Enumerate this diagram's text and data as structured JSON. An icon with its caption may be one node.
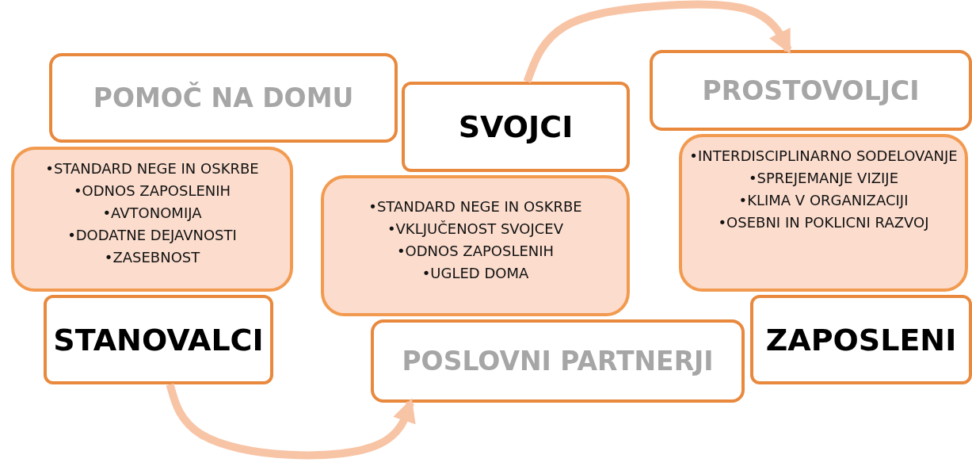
{
  "diagram": {
    "nodes": [
      {
        "text": [
          "POMOČ NA DOMU"
        ]
      },
      {
        "text": [
          "•STANDARD NEGE IN OSKRBE",
          "•ODNOS ZAPOSLENIH",
          "•AVTONOMIJA",
          "•DODATNE DEJAVNOSTI",
          "•ZASEBNOST"
        ]
      },
      {
        "text": [
          "STANOVALCI"
        ]
      },
      {
        "text": [
          "•STANDARD NEGE IN OSKRBE",
          "•VKLJUČENOST SVOJCEV",
          "•ODNOS ZAPOSLENIH",
          "•UGLED DOMA"
        ]
      },
      {
        "text": [
          "SVOJCI"
        ]
      },
      {
        "text": [
          "POSLOVNI PARTNERJI"
        ]
      },
      {
        "text": [
          "PROSTOVOLJCI"
        ]
      },
      {
        "text": [
          "•INTERDISCIPLINARNO SODELOVANJE",
          "•SPREJEMANJE VIZIJE",
          "•KLIMA V ORGANIZACIJI",
          "•OSEBNI IN POKLICNI RAZVOJ"
        ]
      },
      {
        "text": [
          "ZAPOSLENI"
        ]
      }
    ],
    "edges": [
      {
        "from": 2,
        "to": 5,
        "arrow": "to"
      },
      {
        "from": 4,
        "to": 6,
        "arrow": "to"
      }
    ]
  }
}
